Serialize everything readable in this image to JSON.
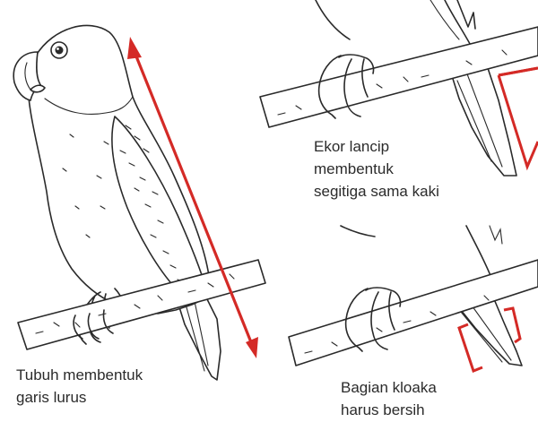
{
  "colors": {
    "marker": "#d42a26",
    "ink": "#2a2a2a"
  },
  "captions": {
    "body_line": [
      "Tubuh membentuk",
      "garis lurus"
    ],
    "tail_shape": [
      "Ekor lancip",
      "membentuk",
      "segitiga sama kaki"
    ],
    "cloaca": [
      "Bagian kloaka",
      "harus bersih"
    ]
  }
}
